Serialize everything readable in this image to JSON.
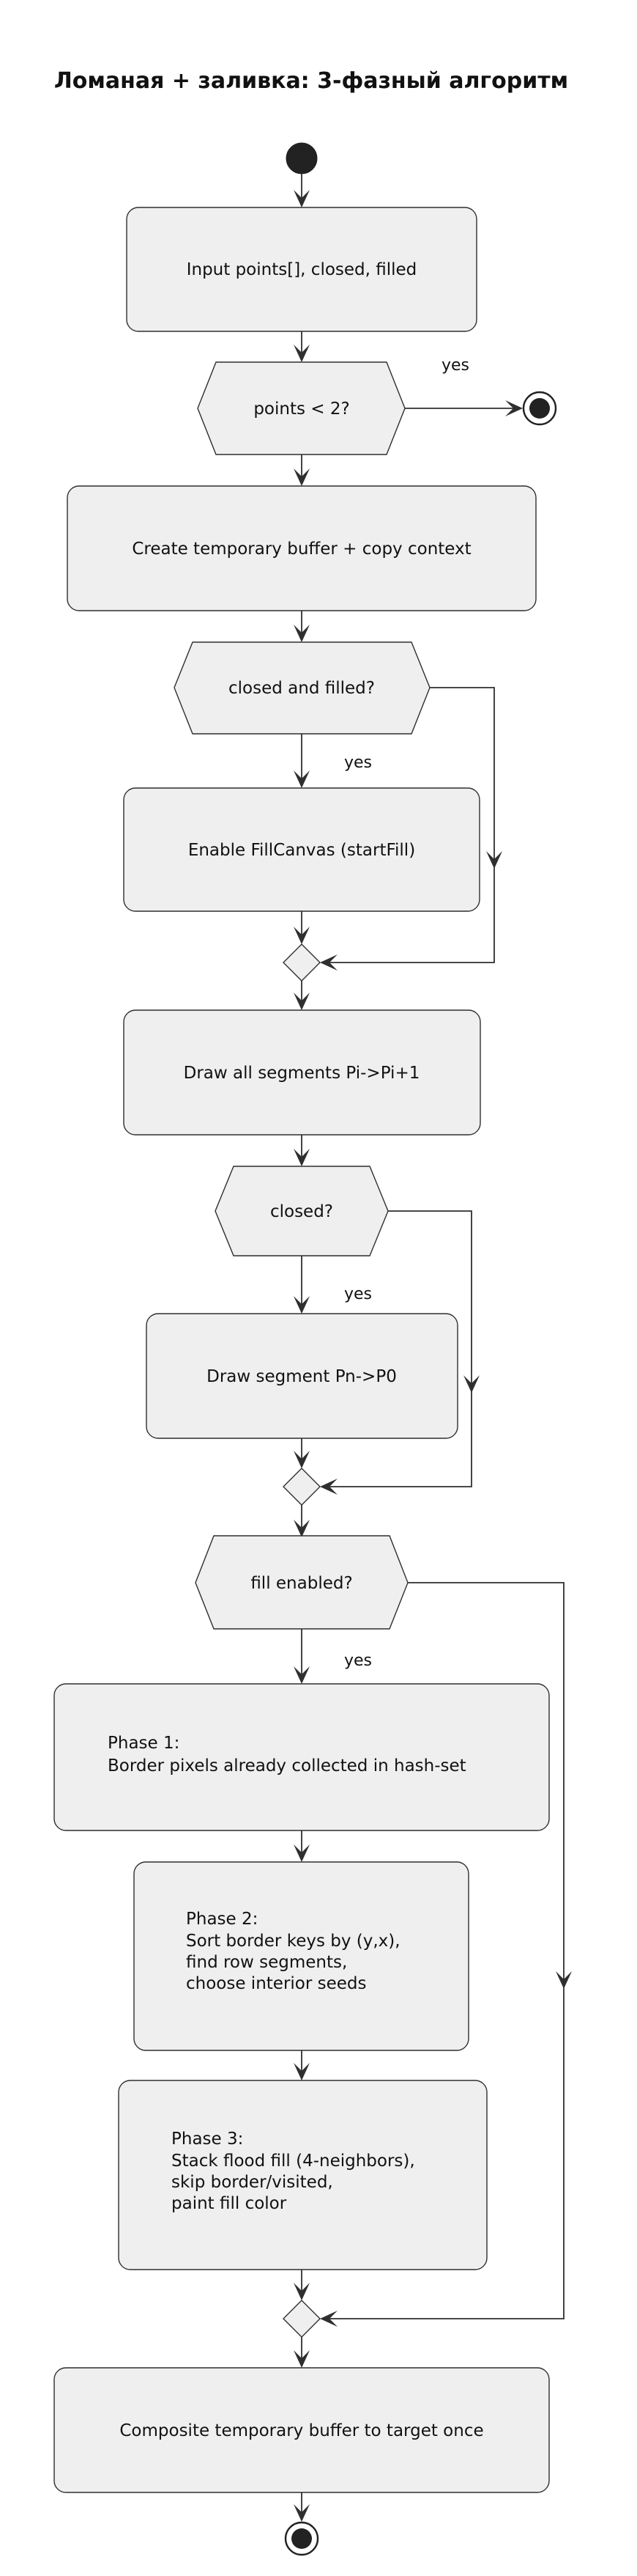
{
  "title": "Ломаная + заливка: 3-фазный алгоритм",
  "edge_labels": {
    "yes": "yes"
  },
  "nodes": {
    "input": "Input points[], closed, filled",
    "points_lt2": "points < 2?",
    "create_buffer": "Create temporary buffer + copy context",
    "closed_and_filled": "closed and filled?",
    "enable_fill": "Enable FillCanvas (startFill)",
    "draw_all_segments": "Draw all segments Pi->Pi+1",
    "closed": "closed?",
    "draw_closing_segment": "Draw segment Pn->P0",
    "fill_enabled": "fill enabled?",
    "phase1": [
      "Phase 1:",
      "Border pixels already collected in hash-set"
    ],
    "phase2": [
      "Phase 2:",
      "Sort border keys by (y,x),",
      "find row segments,",
      "choose interior seeds"
    ],
    "phase3": [
      "Phase 3:",
      "Stack flood fill (4-neighbors),",
      "skip border/visited,",
      "paint fill color"
    ],
    "composite": "Composite temporary buffer to target once"
  },
  "colors": {
    "node_fill": "#efefef",
    "node_border": "#2f2f2f",
    "edge": "#2f2f2f",
    "text": "#111111",
    "background": "#ffffff"
  }
}
